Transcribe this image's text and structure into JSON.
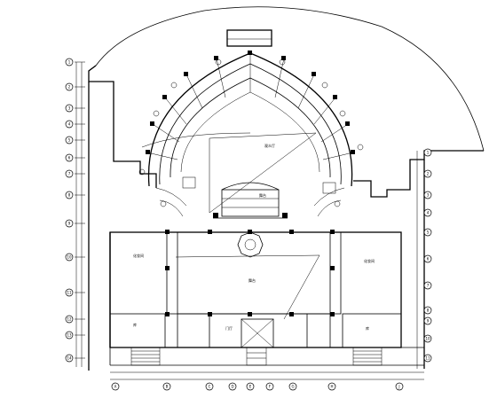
{
  "drawing": {
    "title": "floor plan",
    "room_labels": [
      {
        "id": "stage-area",
        "text": "舞台"
      },
      {
        "id": "hall-top",
        "text": "观众厅"
      },
      {
        "id": "room-left",
        "text": "化妆间"
      },
      {
        "id": "room-right",
        "text": "化妆间"
      },
      {
        "id": "room-bl",
        "text": "库"
      },
      {
        "id": "room-br",
        "text": "库"
      },
      {
        "id": "lobby-bottom",
        "text": "门厅"
      },
      {
        "id": "center-label",
        "text": "舞台"
      }
    ],
    "grid_numbers_left": [
      "1",
      "2",
      "3",
      "4",
      "5",
      "6",
      "7",
      "8",
      "9",
      "10",
      "11",
      "12",
      "13",
      "14"
    ],
    "grid_numbers_bottom": [
      "A",
      "B",
      "C",
      "D",
      "E",
      "F",
      "G",
      "H",
      "J"
    ],
    "grid_numbers_right": [
      "1",
      "2",
      "3",
      "4",
      "5",
      "6",
      "7",
      "8",
      "9",
      "10",
      "11"
    ]
  }
}
